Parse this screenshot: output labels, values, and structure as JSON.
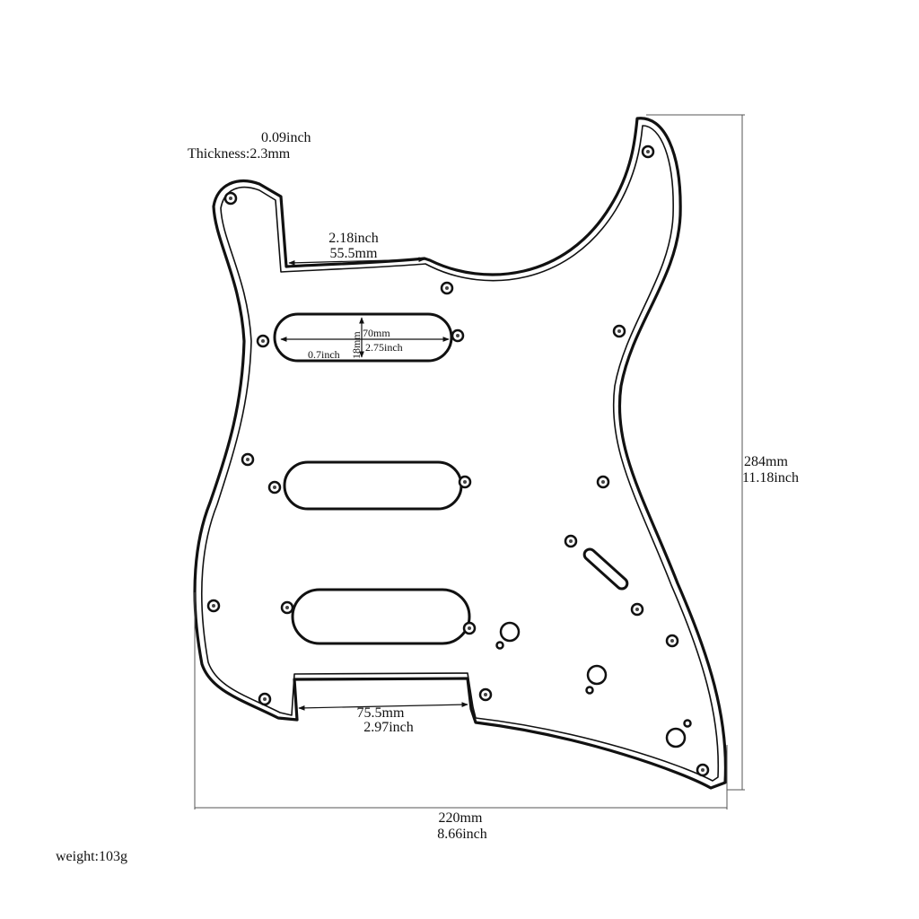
{
  "thickness": {
    "inch": "0.09inch",
    "mm": "Thickness:2.3mm"
  },
  "top_cutout": {
    "inch": "2.18inch",
    "mm": "55.5mm"
  },
  "pickup": {
    "length_mm": "70mm",
    "length_inch": "2.75inch",
    "width_mm": "18mm",
    "width_inch": "0.7inch"
  },
  "bottom_cutout": {
    "mm": "75.5mm",
    "inch": "2.97inch"
  },
  "height": {
    "mm": "284mm",
    "inch": "11.18inch"
  },
  "width": {
    "mm": "220mm",
    "inch": "8.66inch"
  },
  "weight": "weight:103g",
  "colors": {
    "outline": "#111111",
    "dimension_line": "#555555",
    "fill": "#ffffff"
  }
}
